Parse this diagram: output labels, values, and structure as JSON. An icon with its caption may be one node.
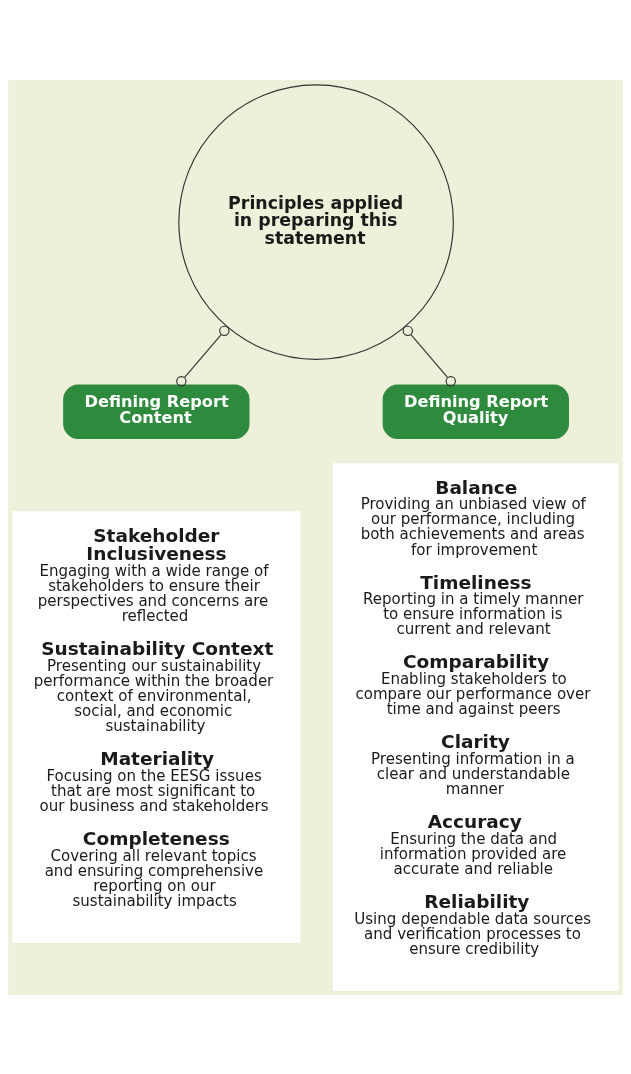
{
  "diagram": {
    "nodes": [
      {
        "text": [
          "Principles applied in preparing this statement"
        ]
      },
      {
        "text": [
          "Defining Report Content"
        ]
      },
      {
        "text": [
          "Defining Report Quality"
        ]
      },
      {
        "text": [
          "Stakeholder Inclusiveness",
          "Engaging with a wide range of stakeholders to ensure their perspectives and concerns are reflected",
          "Sustainability Context",
          "Presenting our sustainability performance within the broader context of environmental, social, and economic sustainability",
          "Materiality",
          "Focusing on the EESG issues that are most significant to our business and stakeholders",
          "Completeness",
          "Covering all relevant topics and ensuring comprehensive reporting on our sustainability impacts"
        ]
      },
      {
        "text": [
          "Balance",
          "Providing an unbiased view of our performance, including both achievements and areas for improvement",
          "Timeliness",
          "Reporting in a timely manner to ensure information is current and relevant",
          "Comparability",
          "Enabling stakeholders to compare our performance over time and against peers",
          "Clarity",
          "Presenting information in a clear and understandable manner",
          "Accuracy",
          "Ensuring the data and information provided are accurate and reliable",
          "Reliability",
          "Using dependable data sources and verification processes to ensure credibility"
        ]
      }
    ],
    "edges": [
      {
        "from": 0,
        "to": 1,
        "arrow": "other"
      },
      {
        "from": 0,
        "to": 2,
        "arrow": "other"
      }
    ]
  }
}
